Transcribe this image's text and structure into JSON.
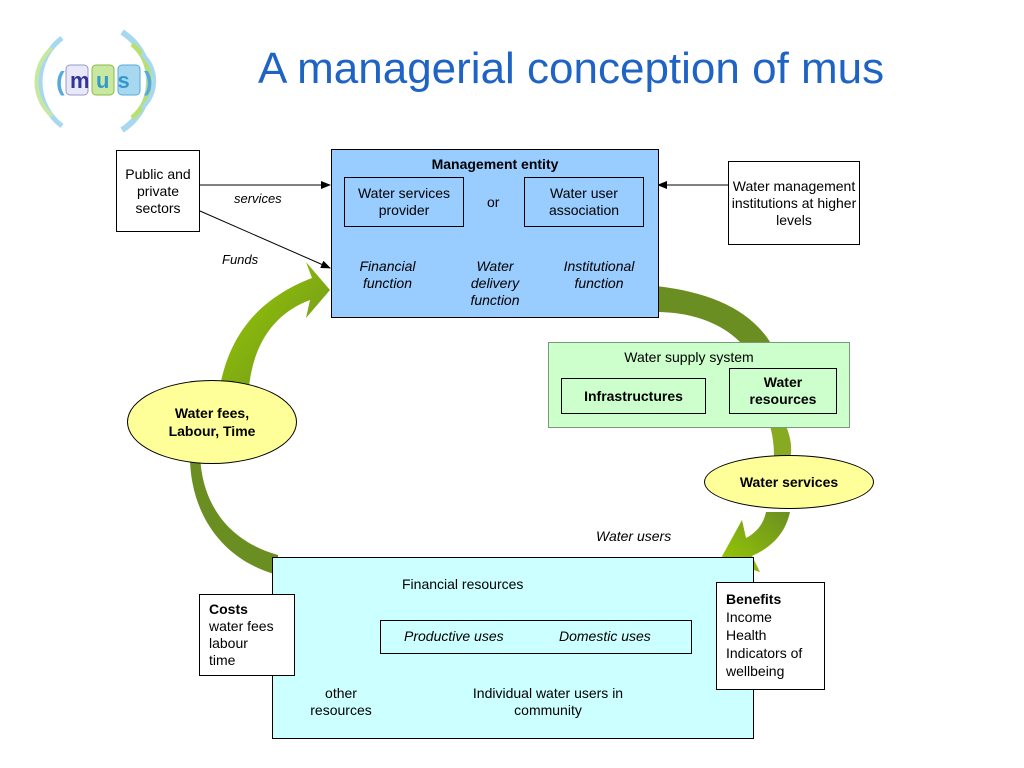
{
  "title": "A managerial conception of mus",
  "logo": {
    "text_left": "(",
    "text_m": "m",
    "text_us": "us",
    "text_right": ")"
  },
  "management": {
    "heading": "Management entity",
    "provider": "Water services provider",
    "or": "or",
    "association": "Water user association",
    "functions": [
      "Financial function",
      "Water delivery function",
      "Institutional function"
    ]
  },
  "public": "Public and private sectors",
  "higher": "Water management institutions at higher levels",
  "labels": {
    "services": "services",
    "funds": "Funds",
    "water_users": "Water users"
  },
  "supply": {
    "heading": "Water supply system",
    "infrastructures": "Infrastructures",
    "resources": "Water resources"
  },
  "ellipses": {
    "fees": "Water fees, Labour, Time",
    "services": "Water services"
  },
  "community": {
    "financial": "Financial resources",
    "productive": "Productive uses",
    "domestic": "Domestic uses",
    "other": "other resources",
    "individual": "Individual water users in community"
  },
  "costs": {
    "heading": "Costs",
    "items": [
      "water fees",
      "labour",
      "time"
    ]
  },
  "benefits": {
    "heading": "Benefits",
    "items": [
      "Income",
      "Health",
      "Indicators of wellbeing"
    ]
  }
}
